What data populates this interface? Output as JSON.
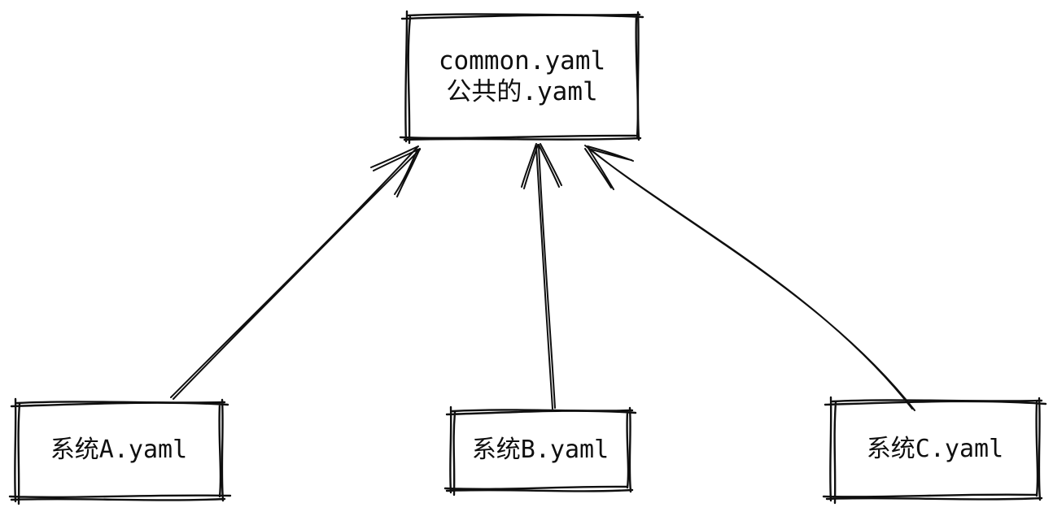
{
  "diagram": {
    "style": "hand-drawn-sketch",
    "background_color": "#ffffff",
    "stroke_color": "#0f0f0f",
    "nodes": [
      {
        "id": "common",
        "lines": [
          "common.yaml",
          "公共的.yaml"
        ]
      },
      {
        "id": "system-a",
        "lines": [
          "系统A.yaml"
        ]
      },
      {
        "id": "system-b",
        "lines": [
          "系统B.yaml"
        ]
      },
      {
        "id": "system-c",
        "lines": [
          "系统C.yaml"
        ]
      }
    ],
    "edges": [
      {
        "from": "系统A.yaml",
        "to": "common.yaml / 公共的.yaml",
        "arrowhead": "at-common"
      },
      {
        "from": "系统B.yaml",
        "to": "common.yaml / 公共的.yaml",
        "arrowhead": "at-common"
      },
      {
        "from": "系统C.yaml",
        "to": "common.yaml / 公共的.yaml",
        "arrowhead": "at-common"
      }
    ]
  }
}
